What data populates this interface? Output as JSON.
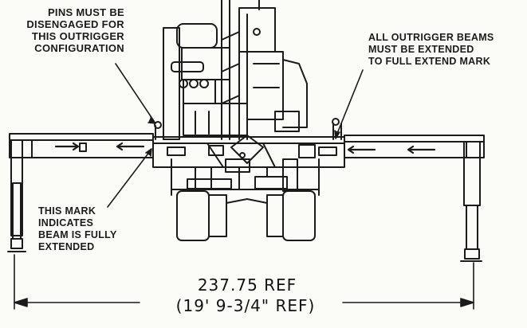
{
  "callouts": {
    "pins_note": [
      "PINS MUST BE",
      "DISENGAGED FOR",
      "THIS OUTRIGGER",
      "CONFIGURATION"
    ],
    "beams_note": [
      "ALL OUTRIGGER BEAMS",
      "MUST BE EXTENDED",
      "TO FULL EXTEND MARK"
    ],
    "mark_note": [
      "THIS MARK",
      "INDICATES",
      "BEAM IS FULLY",
      "EXTENDED"
    ]
  },
  "dimension": {
    "primary": "237.75 REF",
    "secondary": "(19' 9-3/4\" REF)"
  },
  "colors": {
    "ink": "#1b1b1b",
    "paper": "#fbfbf8"
  }
}
